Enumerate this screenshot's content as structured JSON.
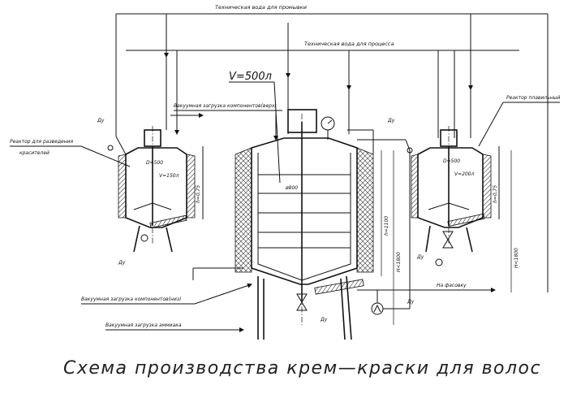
{
  "diagram": {
    "title": "Схема производства крем—краски для волос",
    "labels": {
      "water_wash": "Техническая вода для промывки",
      "water_process": "Техническая вода для процесса",
      "volume_main": "V=500л",
      "vacuum_top": "Вакуумная загрузка компонентов(верх)",
      "reactor_dye": "Реактор для разведения",
      "reactor_dye_2": "красителей",
      "reactor_melt": "Реактор плавильный",
      "d_left": "D=500",
      "d_right": "D=500",
      "v_left": "V=150л",
      "v_right": "V=200л",
      "h_left": "h=0,75",
      "h_right": "h=0,75",
      "h_main": "h=1100",
      "H_main": "H<1800",
      "H_right": "H<1800",
      "d_main": "ø800",
      "vacuum_bottom": "Вакуумная загрузка компонентов(низ)",
      "vacuum_ammonia": "Вакуумная загрузка аммиака",
      "to_filling": "На фасовку",
      "du": "Ду"
    }
  }
}
